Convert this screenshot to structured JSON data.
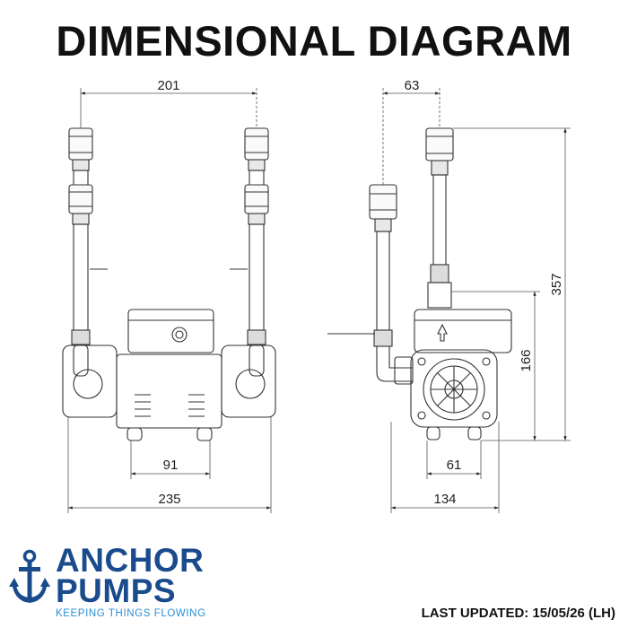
{
  "title": "DIMENSIONAL DIAGRAM",
  "front_view": {
    "dims": {
      "top_width": "201",
      "base_width": "91",
      "overall_width": "235"
    }
  },
  "side_view": {
    "dims": {
      "pipe_offset": "63",
      "overall_height": "357",
      "inlet_height": "166",
      "base_width": "61",
      "overall_depth": "134"
    }
  },
  "logo": {
    "line1": "ANCHOR",
    "line2": "PUMPS",
    "tagline": "KEEPING THINGS FLOWING",
    "colors": {
      "primary": "#1a4b8c",
      "secondary": "#2a8fd6"
    }
  },
  "last_updated": "LAST UPDATED: 15/05/26 (LH)"
}
